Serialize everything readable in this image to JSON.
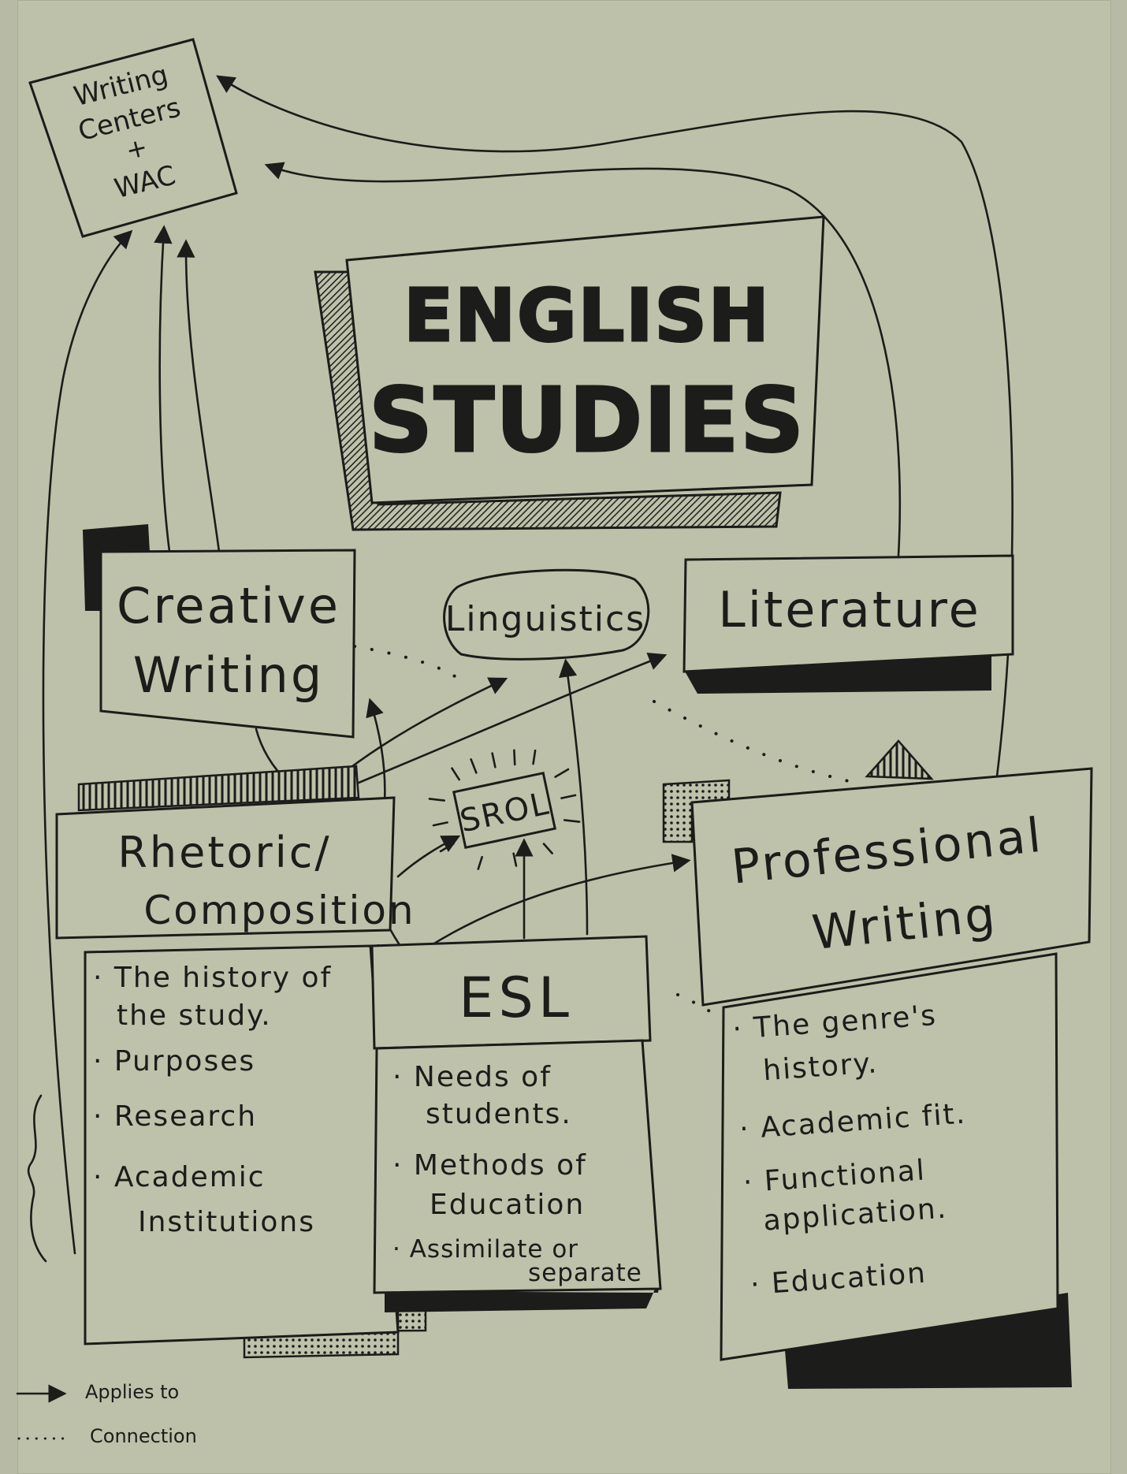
{
  "diagram": {
    "title_line1": "ENGLISH",
    "title_line2": "STUDIES",
    "writing_centers": [
      "Writing",
      "Centers",
      "+",
      "WAC"
    ],
    "creative_writing": [
      "Creative",
      "Writing"
    ],
    "linguistics": "Linguistics",
    "literature": "Literature",
    "srol": "SROL",
    "rhetoric": [
      "Rhetoric/",
      "Composition"
    ],
    "esl": "ESL",
    "professional_writing": [
      "Professional",
      "Writing"
    ],
    "rhetoric_bullets": [
      "· The history of",
      "the study.",
      "· Purposes",
      "· Research",
      "· Academic",
      "Institutions"
    ],
    "esl_bullets": [
      "· Needs of",
      "students.",
      "· Methods of",
      "Education",
      "· Assimilate or",
      "separate"
    ],
    "professional_bullets": [
      "· The genre's",
      "history.",
      "· Academic fit.",
      "· Functional",
      "application.",
      "· Education"
    ],
    "legend": {
      "arrow_label": "Applies to",
      "dots_label": "Connection"
    }
  },
  "colors": {
    "paper": "#bdc1a9",
    "ink": "#1c1c1a"
  }
}
